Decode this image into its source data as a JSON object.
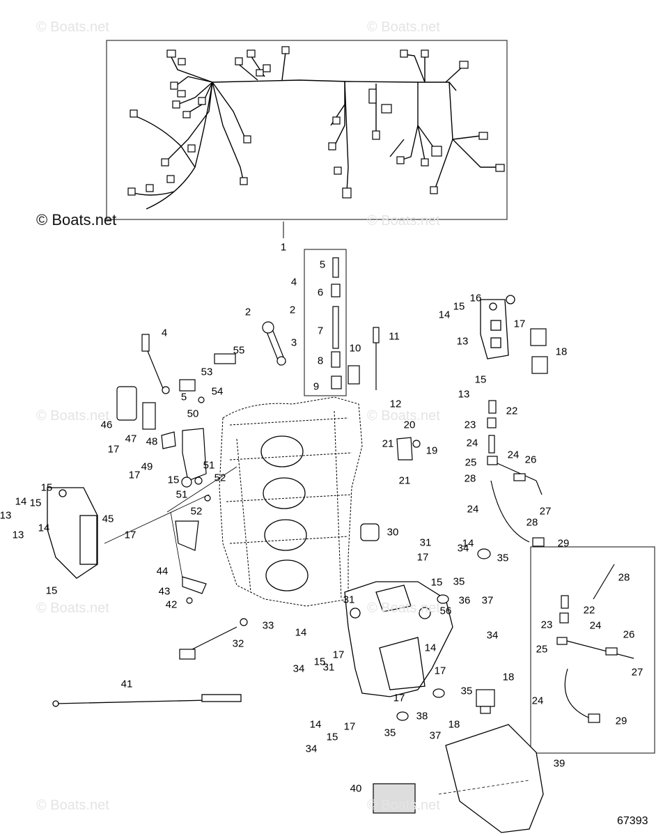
{
  "watermarks": [
    "© Boats.net",
    "© Boats.net",
    "© Boats.net",
    "© Boats.net",
    "© Boats.net",
    "© Boats.net",
    "© Boats.net",
    "© Boats.net",
    "© Boats.net"
  ],
  "watermark_dark": "© Boats.net",
  "diagram_id": "67393",
  "callouts": [
    "1",
    "2",
    "2",
    "3",
    "4",
    "4",
    "5",
    "5",
    "6",
    "7",
    "8",
    "9",
    "10",
    "11",
    "12",
    "13",
    "13",
    "13",
    "13",
    "14",
    "14",
    "14",
    "14",
    "14",
    "14",
    "14",
    "15",
    "15",
    "15",
    "15",
    "15",
    "15",
    "15",
    "15",
    "15",
    "16",
    "17",
    "17",
    "17",
    "17",
    "17",
    "17",
    "17",
    "17",
    "17",
    "18",
    "18",
    "18",
    "19",
    "20",
    "21",
    "21",
    "22",
    "22",
    "23",
    "23",
    "24",
    "24",
    "24",
    "24",
    "24",
    "25",
    "25",
    "26",
    "26",
    "27",
    "27",
    "28",
    "28",
    "28",
    "29",
    "29",
    "30",
    "31",
    "31",
    "31",
    "32",
    "33",
    "34",
    "34",
    "34",
    "34",
    "35",
    "35",
    "35",
    "35",
    "36",
    "37",
    "37",
    "38",
    "39",
    "40",
    "41",
    "42",
    "43",
    "44",
    "45",
    "46",
    "47",
    "48",
    "49",
    "50",
    "51",
    "51",
    "52",
    "52",
    "53",
    "54",
    "55",
    "56"
  ],
  "colors": {
    "line": "#000000",
    "watermark": "#e4e4e4",
    "frame": "#333333"
  }
}
